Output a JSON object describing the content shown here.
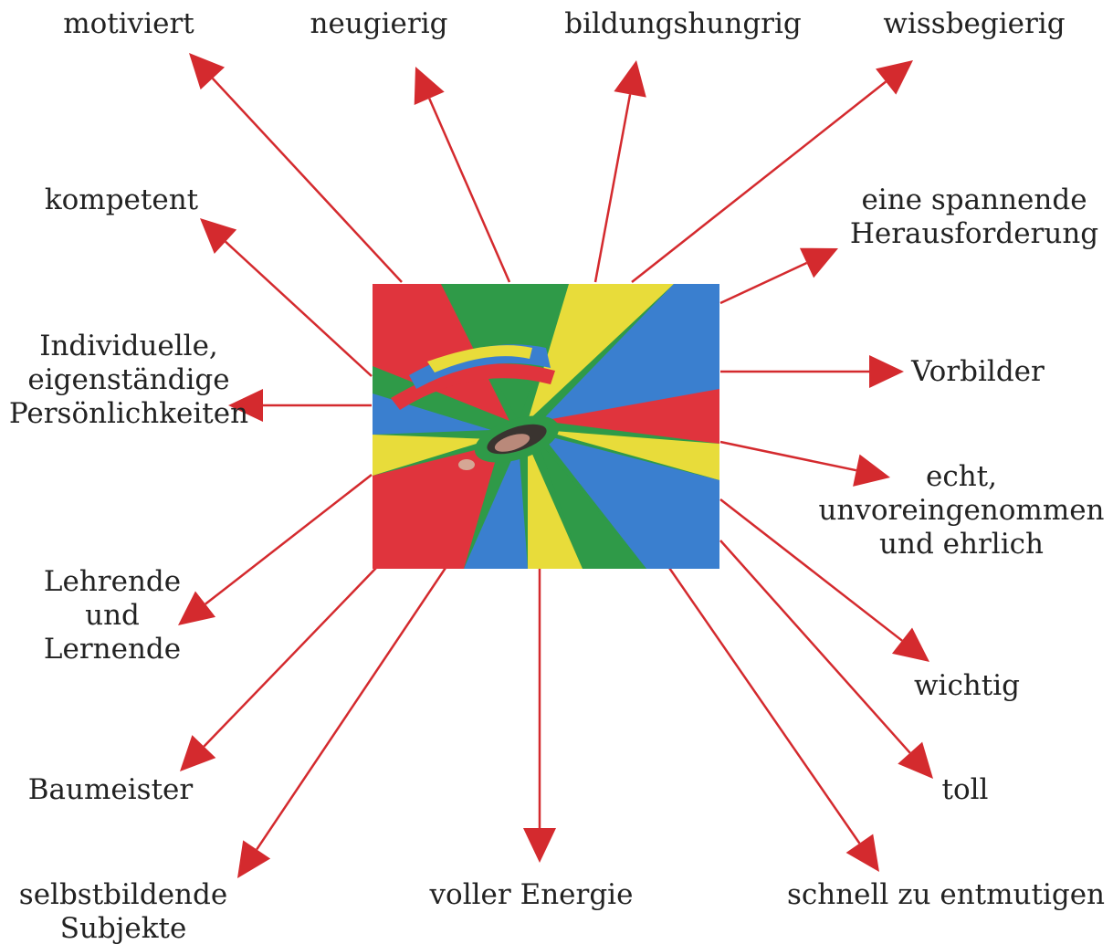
{
  "colors": {
    "arrow": "#d42a2e",
    "text": "#222222",
    "parachute_red": "#e0343d",
    "parachute_green": "#2f9a48",
    "parachute_yellow": "#e8dc3a",
    "parachute_blue": "#3a7fcf"
  },
  "center_image": "parachute-photo",
  "labels": [
    {
      "id": "motiviert",
      "lines": [
        "motiviert"
      ]
    },
    {
      "id": "neugierig",
      "lines": [
        "neugierig"
      ]
    },
    {
      "id": "bildungshungrig",
      "lines": [
        "bildungshungrig"
      ]
    },
    {
      "id": "wissbegierig",
      "lines": [
        "wissbegierig"
      ]
    },
    {
      "id": "kompetent",
      "lines": [
        "kompetent"
      ]
    },
    {
      "id": "herausforderung",
      "lines": [
        "eine spannende",
        "Herausforderung"
      ]
    },
    {
      "id": "persoenlichkeiten",
      "lines": [
        "Individuelle,",
        "eigenständige",
        "Persönlichkeiten"
      ]
    },
    {
      "id": "vorbilder",
      "lines": [
        "Vorbilder"
      ]
    },
    {
      "id": "echt",
      "lines": [
        "echt,",
        "unvoreingenommen",
        "und ehrlich"
      ]
    },
    {
      "id": "lehrende",
      "lines": [
        "Lehrende",
        "und",
        "Lernende"
      ]
    },
    {
      "id": "wichtig",
      "lines": [
        "wichtig"
      ]
    },
    {
      "id": "baumeister",
      "lines": [
        "Baumeister"
      ]
    },
    {
      "id": "toll",
      "lines": [
        "toll"
      ]
    },
    {
      "id": "subjekte",
      "lines": [
        "selbstbildende",
        "Subjekte"
      ]
    },
    {
      "id": "energie",
      "lines": [
        "voller Energie"
      ]
    },
    {
      "id": "entmutigen",
      "lines": [
        "schnell zu entmutigen"
      ]
    }
  ]
}
